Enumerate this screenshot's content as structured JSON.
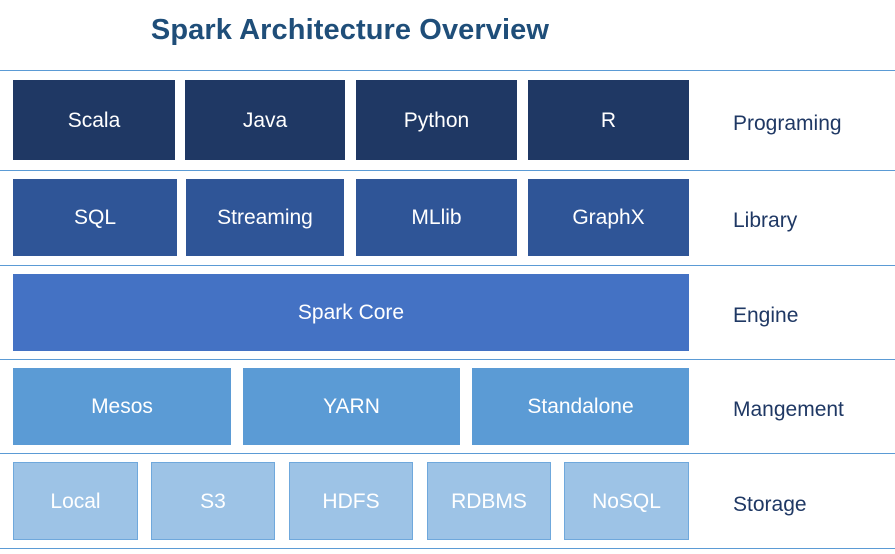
{
  "title": "Spark Architecture Overview",
  "colors": {
    "title_text": "#1F4E79",
    "divider": "#5B9BD5",
    "label_text": "#1F3864",
    "box_text": "#FFFFFF",
    "programming": "#1F3864",
    "library": "#2F5597",
    "engine": "#4472C4",
    "management": "#5B9BD5",
    "storage": "#9DC3E6",
    "storage_border": "#6FA8DC",
    "background": "#FFFFFF"
  },
  "rows": [
    {
      "id": "programming",
      "label": "Programing",
      "boxes": [
        {
          "label": "Scala"
        },
        {
          "label": "Java"
        },
        {
          "label": "Python"
        },
        {
          "label": "R"
        }
      ]
    },
    {
      "id": "library",
      "label": "Library",
      "boxes": [
        {
          "label": "SQL"
        },
        {
          "label": "Streaming"
        },
        {
          "label": "MLlib"
        },
        {
          "label": "GraphX"
        }
      ]
    },
    {
      "id": "engine",
      "label": "Engine",
      "boxes": [
        {
          "label": "Spark  Core"
        }
      ]
    },
    {
      "id": "management",
      "label": "Mangement",
      "boxes": [
        {
          "label": "Mesos"
        },
        {
          "label": "YARN"
        },
        {
          "label": "Standalone"
        }
      ]
    },
    {
      "id": "storage",
      "label": "Storage",
      "boxes": [
        {
          "label": "Local"
        },
        {
          "label": "S3"
        },
        {
          "label": "HDFS"
        },
        {
          "label": "RDBMS"
        },
        {
          "label": "NoSQL"
        }
      ]
    }
  ]
}
